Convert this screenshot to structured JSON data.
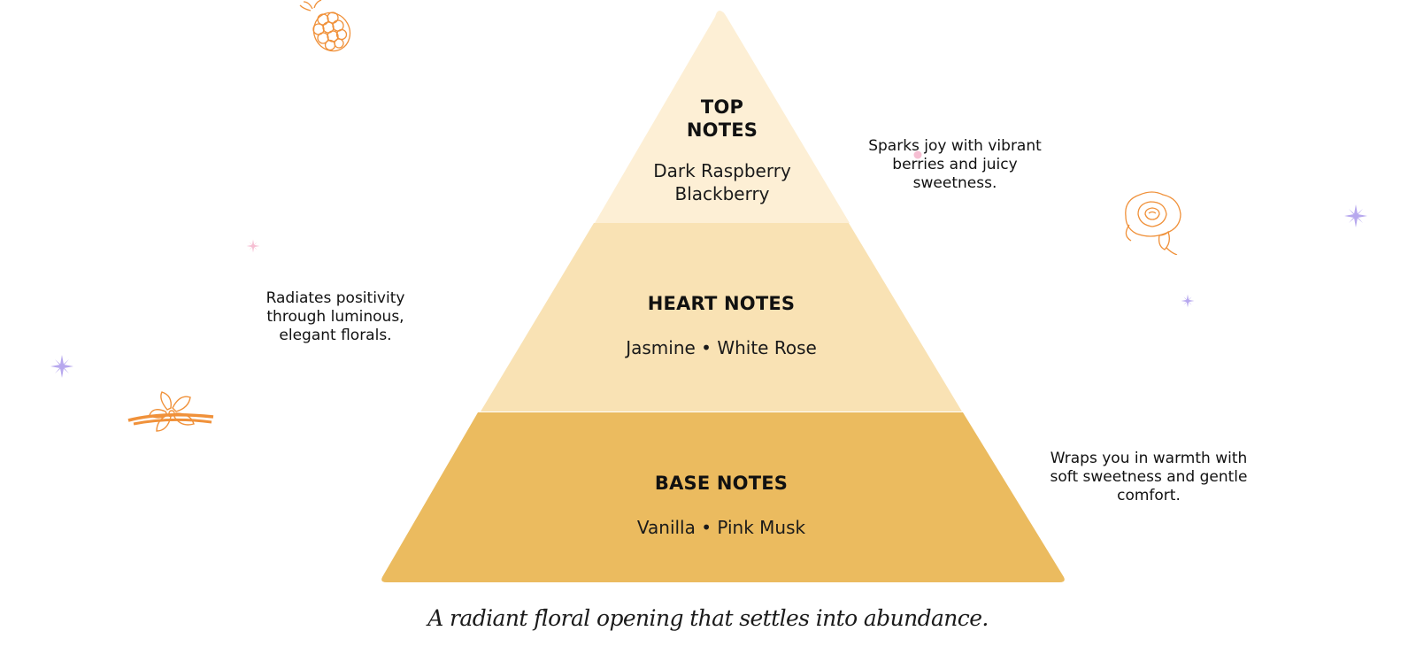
{
  "tiers": [
    {
      "title_line1": "TOP",
      "title_line2": "NOTES",
      "notes_line1": "Dark Raspberry",
      "notes_line2": "Blackberry",
      "color": "#fdefd5"
    },
    {
      "title": "HEART NOTES",
      "notes": "Jasmine • White Rose",
      "color": "#f9e2b4"
    },
    {
      "title": "BASE NOTES",
      "notes": "Vanilla • Pink Musk",
      "color": "#ebbb5f"
    }
  ],
  "descriptions": {
    "top": [
      "Sparks joy with vibrant",
      "berries and juicy",
      "sweetness."
    ],
    "heart": [
      "Radiates positivity",
      "through luminous,",
      "elegant florals."
    ],
    "base": [
      "Wraps you in warmth with",
      "soft sweetness and gentle",
      "comfort."
    ]
  },
  "tagline": "A radiant floral opening that settles into abundance.",
  "colors": {
    "accent_orange": "#f0913a",
    "sparkle_purple": "#b7a8ee",
    "sparkle_pink": "#f6bfd3"
  },
  "icons": [
    "raspberry-icon",
    "rose-icon",
    "vanilla-flower-icon",
    "sparkle-icon"
  ]
}
